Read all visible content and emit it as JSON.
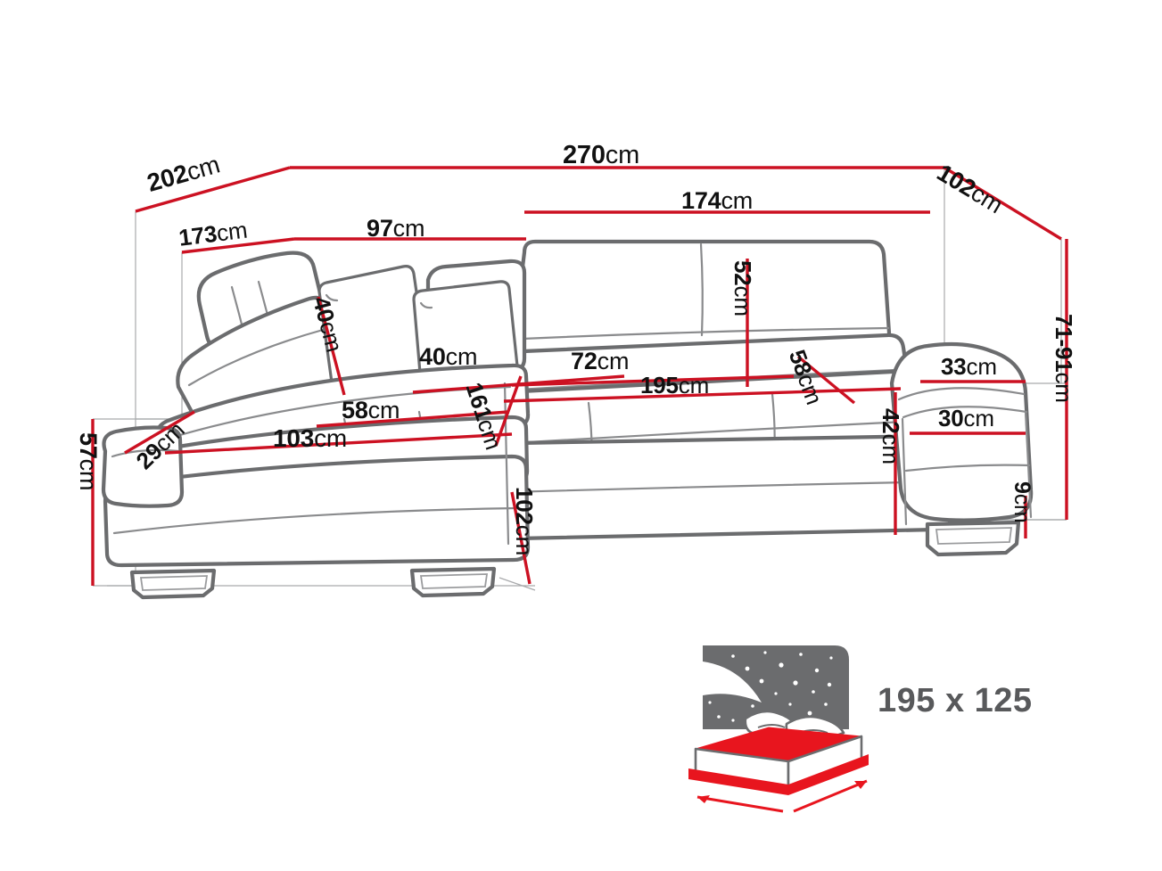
{
  "drawing": {
    "title": "Corner sofa bed dimension diagram",
    "colors": {
      "dimension_line": "#cc1122",
      "outline": "#6b6c6e",
      "construction_line": "#9a9a9a",
      "icon_gray": "#6b6c6e",
      "icon_red": "#e8151e",
      "label_text": "#111111",
      "bed_label_text": "#58595b",
      "background": "#ffffff"
    },
    "unit": "cm"
  },
  "dimensions": {
    "overall_depth_left": {
      "value": "202",
      "unit": "cm"
    },
    "inner_depth_left": {
      "value": "173",
      "unit": "cm"
    },
    "overall_width_top": {
      "value": "270",
      "unit": "cm"
    },
    "overall_depth_right": {
      "value": "102",
      "unit": "cm"
    },
    "backrest_width_right": {
      "value": "174",
      "unit": "cm"
    },
    "chaise_width_top": {
      "value": "97",
      "unit": "cm"
    },
    "backrest_height": {
      "value": "52",
      "unit": "cm"
    },
    "cushion_left_pillow": {
      "value": "40",
      "unit": "cm"
    },
    "cushion_right_pillow": {
      "value": "40",
      "unit": "cm"
    },
    "seat_depth_right": {
      "value": "72",
      "unit": "cm"
    },
    "seat_width_right": {
      "value": "195",
      "unit": "cm"
    },
    "seat_depth_corner": {
      "value": "58",
      "unit": "cm"
    },
    "armrest_width": {
      "value": "33",
      "unit": "cm"
    },
    "total_height_range": {
      "value": "71-91",
      "unit": "cm"
    },
    "armrest_height": {
      "value": "30",
      "unit": "cm"
    },
    "seat_height_right": {
      "value": "42",
      "unit": "cm"
    },
    "leg_height": {
      "value": "9",
      "unit": "cm"
    },
    "chaise_seat_depth": {
      "value": "58",
      "unit": "cm"
    },
    "chaise_seat_width": {
      "value": "103",
      "unit": "cm"
    },
    "chaise_armrest_slope": {
      "value": "29",
      "unit": "cm"
    },
    "chaise_diagonal": {
      "value": "161",
      "unit": "cm"
    },
    "total_height_left": {
      "value": "57",
      "unit": "cm"
    },
    "chaise_depth_bottom": {
      "value": "102",
      "unit": "cm"
    }
  },
  "sleeping_area": {
    "icon_name": "bed-sleeping-area-icon",
    "label": "195 x 125",
    "unit": "cm"
  }
}
